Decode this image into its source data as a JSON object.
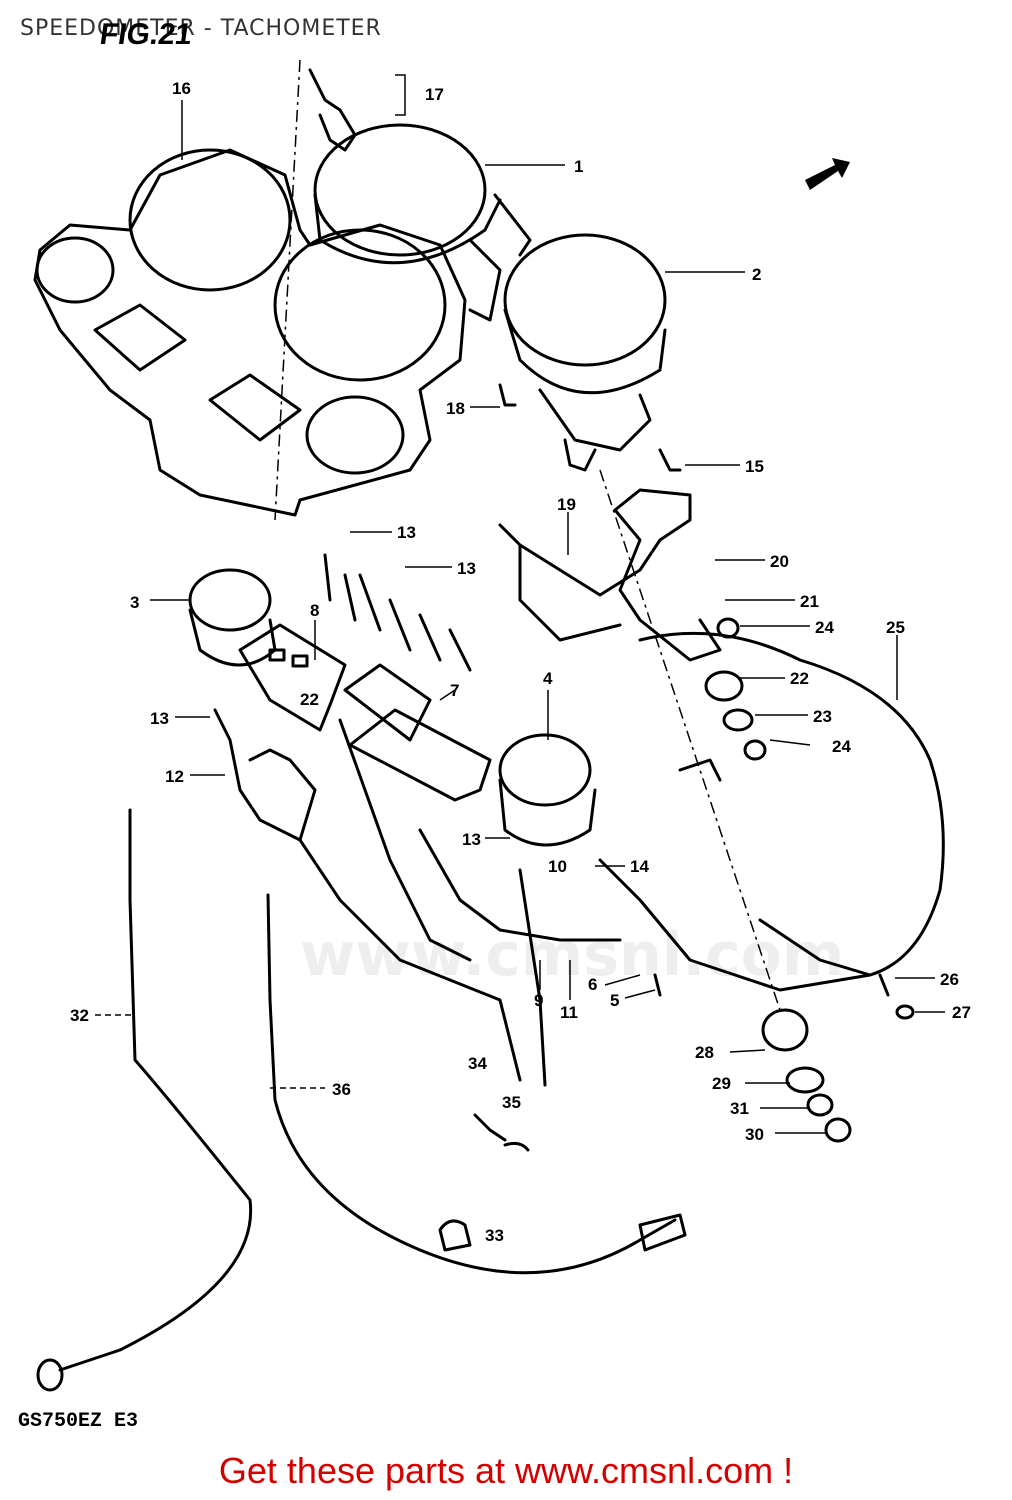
{
  "page_title": "SPEEDOMETER - TACHOMETER",
  "figure_label": "FIG.21",
  "model_code": "GS750EZ E3",
  "footer_link": "Get these parts at www.cmsnl.com !",
  "watermark": "www.cmsnl.com",
  "callouts": [
    "1",
    "2",
    "3",
    "4",
    "5",
    "6",
    "7",
    "8",
    "9",
    "10",
    "11",
    "12",
    "13",
    "13",
    "13",
    "13",
    "14",
    "15",
    "16",
    "17",
    "18",
    "19",
    "20",
    "21",
    "22",
    "22",
    "23",
    "24",
    "24",
    "25",
    "26",
    "27",
    "28",
    "29",
    "30",
    "31",
    "32",
    "33",
    "34",
    "35",
    "36"
  ]
}
